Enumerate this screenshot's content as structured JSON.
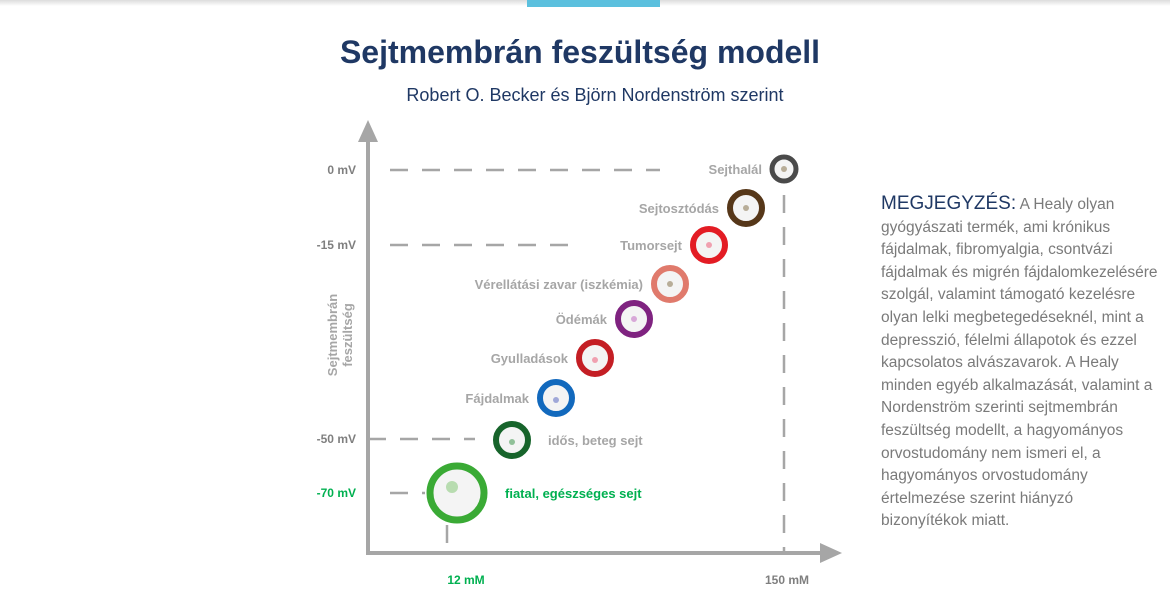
{
  "header": {
    "title": "Sejtmembrán feszültség modell",
    "subtitle": "Robert O. Becker és Björn Nordenström szerint"
  },
  "diagram": {
    "y_axis_label": [
      "Sejtmembrán",
      "feszültség"
    ],
    "y_ticks": [
      {
        "label": "0 mV",
        "value": 0,
        "color": "#7f7f7f"
      },
      {
        "label": "-15 mV",
        "value": -15,
        "color": "#7f7f7f"
      },
      {
        "label": "-50 mV",
        "value": -50,
        "color": "#7f7f7f"
      },
      {
        "label": "-70 mV",
        "value": -70,
        "color": "#00b050"
      }
    ],
    "x_ticks": [
      {
        "label": "12 mM",
        "color": "#00b050"
      },
      {
        "label": "150 mM",
        "color": "#7f7f7f"
      }
    ],
    "states": [
      {
        "label": "Sejthalál",
        "color": "#4a4a4a",
        "dot": "#b8ad98"
      },
      {
        "label": "Sejtosztódás",
        "color": "#563719",
        "dot": "#b8ad98"
      },
      {
        "label": "Tumorsejt",
        "color": "#e31c24",
        "dot": "#f0a0b0"
      },
      {
        "label": "Vérellátási zavar (iszkémia)",
        "color": "#e07a6c",
        "dot": "#b8ad98"
      },
      {
        "label": "Ödémák",
        "color": "#7f2380",
        "dot": "#d8a8d8"
      },
      {
        "label": "Gyulladások",
        "color": "#c41e24",
        "dot": "#f0a0b0"
      },
      {
        "label": "Fájdalmak",
        "color": "#1269bd",
        "dot": "#a0a8d8"
      },
      {
        "label": "idős, beteg sejt",
        "color": "#17642b",
        "dot": "#90c098"
      },
      {
        "label": "fiatal,  egészséges sejt",
        "color": "#3aaa35",
        "dot": "#b8dcb0",
        "label_color": "#00b050"
      }
    ]
  },
  "note": {
    "heading": "MEGJEGYZÉS:",
    "text": " A Healy olyan gyógyászati termék, ami krónikus fájdalmak, fibromyalgia,  csontvázi fájdalmak és migrén fájdalomkezelésére szolgál, valamint támogató kezelésre olyan lelki megbetegedéseknél, mint a depresszió, félelmi állapotok és ezzel kapcsolatos alvászavarok. A Healy minden egyéb alkalmazását, valamint a Nordenström szerinti sejtmembrán feszültség modellt, a hagyományos orvostudomány nem ismeri el, a hagyományos orvostudomány értelmezése szerint hiányzó bizonyítékok miatt."
  }
}
